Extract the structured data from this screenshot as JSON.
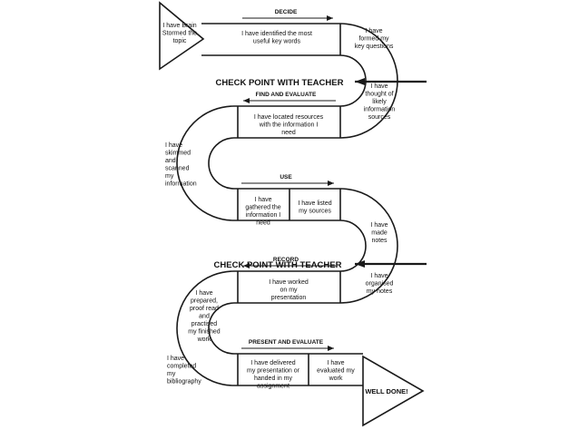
{
  "diagram": {
    "start_label": [
      "I have Brain",
      "Stormed the",
      "topic"
    ],
    "sections": {
      "decide": "DECIDE",
      "find_evaluate": "FIND AND EVALUATE",
      "use": "USE",
      "record": "RECORD",
      "present_evaluate": "PRESENT AND EVALUATE"
    },
    "checkpoints": [
      "CHECK POINT WITH TEACHER",
      "CHECK POINT WITH TEACHER"
    ],
    "steps": {
      "key_words": [
        "I have identified the most",
        "useful key words"
      ],
      "key_questions": [
        "I have",
        "formed my",
        "key questions"
      ],
      "information_sources": [
        "I have",
        "thought of",
        "likely",
        "information",
        "sources"
      ],
      "located_resources": [
        "I have located resources",
        "with the information I",
        "need"
      ],
      "skimmed": [
        "I have",
        "skimmed",
        "and",
        "scanned",
        "my",
        "information"
      ],
      "gathered": [
        "I have",
        "gathered the",
        "information I",
        "need"
      ],
      "listed_sources": [
        "I have listed",
        "my sources"
      ],
      "made_notes": [
        "I have",
        "made",
        "notes"
      ],
      "organised_notes": [
        "I have",
        "organised",
        "my notes"
      ],
      "worked_presentation": [
        "I have worked",
        "on my",
        "presentation"
      ],
      "prepared": [
        "I have",
        "prepared,",
        "proof  read",
        "and",
        "practised",
        "my finished",
        "work"
      ],
      "bibliography": [
        "I have",
        "completed",
        "my",
        "bibliography"
      ],
      "delivered": [
        "I have delivered",
        "my presentation or",
        "handed in my",
        "assignment"
      ],
      "evaluated": [
        "I have",
        "evaluated my",
        "work"
      ]
    },
    "end_label": "WELL DONE!",
    "colors": {
      "line": "#1a1a1a",
      "background": "#ffffff"
    }
  }
}
